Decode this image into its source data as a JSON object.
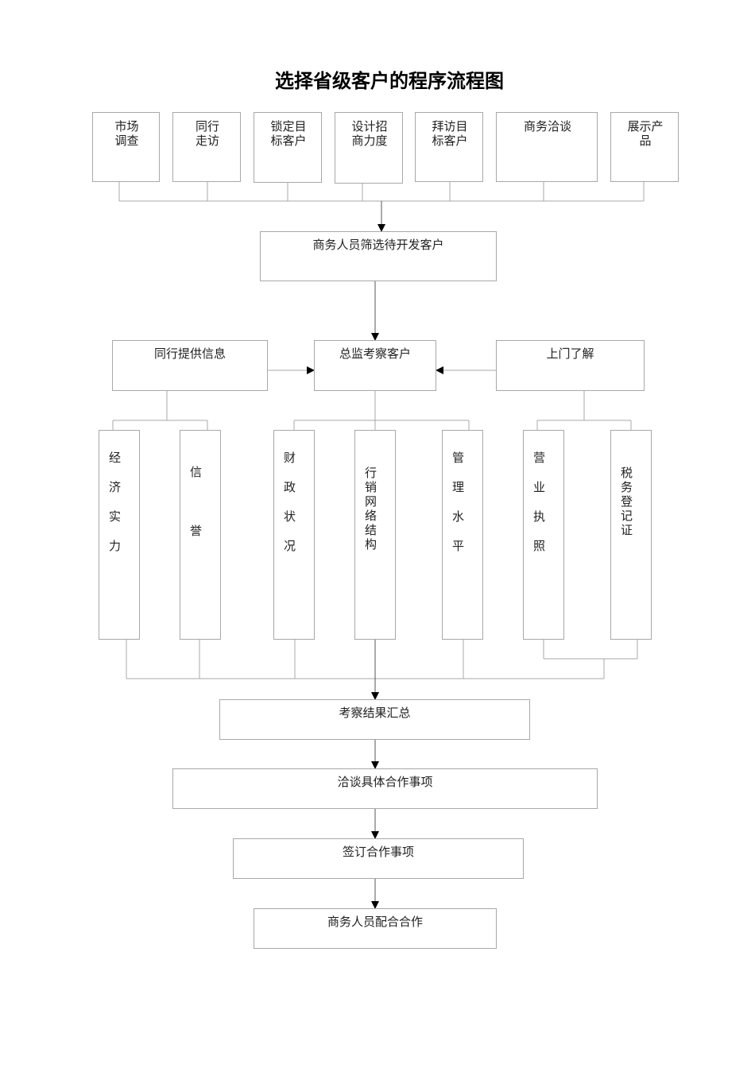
{
  "title": "选择省级客户的程序流程图",
  "sources": [
    "市场\n调查",
    "同行\n走访",
    "锁定目\n标客户",
    "设计招\n商力度",
    "拜访目\n标客户",
    "商务洽谈",
    "展示产\n品"
  ],
  "screening": "商务人员筛选待开发客户",
  "review": {
    "left": "同行提供信息",
    "center": "总监考察客户",
    "right": "上门了解"
  },
  "criteria": [
    "经\n济\n实\n力",
    "信\n\n誉",
    "财\n政\n状\n况",
    "行\n销\n网\n络\n结\n构",
    "管\n理\n水\n平",
    "营\n业\n执\n照",
    "税\n务\n登\n记\n证"
  ],
  "steps": [
    "考察结果汇总",
    "洽谈具体合作事项",
    "签订合作事项",
    "商务人员配合合作"
  ]
}
